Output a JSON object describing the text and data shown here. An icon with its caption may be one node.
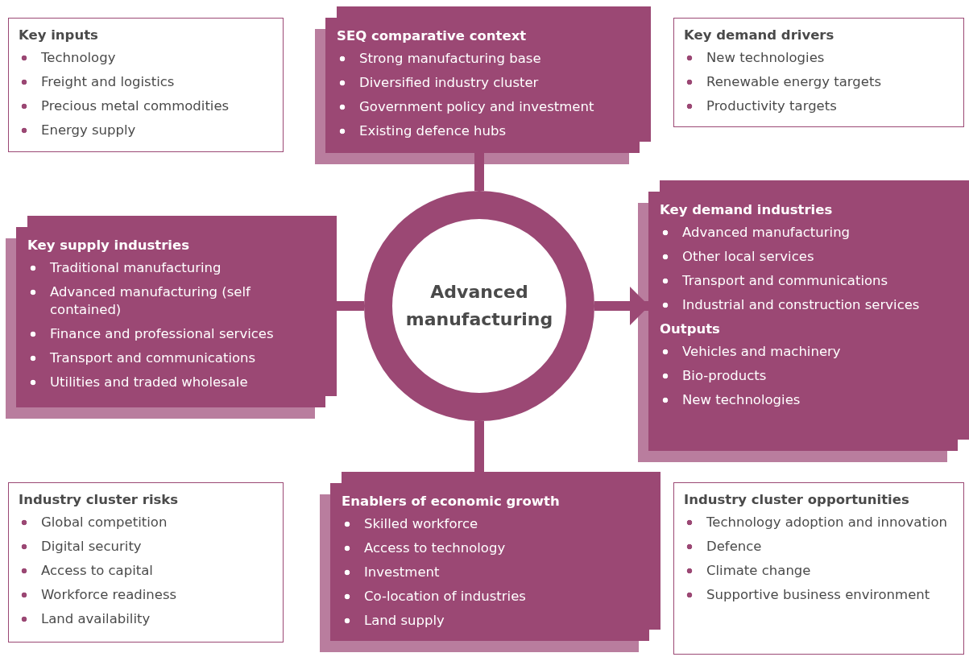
{
  "diagram": {
    "nodes": [
      {
        "text": [
          "Key inputs",
          "Technology",
          "Freight and logistics",
          "Precious metal commodities",
          "Energy supply"
        ]
      },
      {
        "text": [
          "SEQ comparative context",
          "Strong manufacturing base",
          "Diversified industry cluster",
          "Government policy and investment",
          "Existing defence hubs"
        ]
      },
      {
        "text": [
          "Key demand drivers",
          "New technologies",
          "Renewable energy targets",
          "Productivity targets"
        ]
      },
      {
        "text": [
          "Key supply industries",
          "Traditional manufacturing",
          "Advanced manufacturing (self contained)",
          "Finance and professional services",
          "Transport and communications",
          "Utilities and traded wholesale"
        ]
      },
      {
        "text": [
          "Advanced manufacturing"
        ]
      },
      {
        "text": [
          "Key demand industries",
          "Advanced manufacturing",
          "Other local services",
          "Transport and communications",
          "Industrial and construction services",
          "Outputs",
          "Vehicles and machinery",
          "Bio-products",
          "New technologies"
        ]
      },
      {
        "text": [
          "Industry cluster risks",
          "Global competition",
          "Digital security",
          "Access to capital",
          "Workforce readiness",
          "Land availability"
        ]
      },
      {
        "text": [
          "Enablers of economic growth",
          "Skilled workforce",
          "Access to technology",
          "Investment",
          "Co-location of industries",
          "Land supply"
        ]
      },
      {
        "text": [
          "Industry cluster opportunities",
          "Technology adoption and innovation",
          "Defence",
          "Climate change",
          "Supportive business environment"
        ]
      }
    ],
    "edges": [
      {
        "from": 1,
        "to": 4,
        "arrow": "none"
      },
      {
        "from": 3,
        "to": 4,
        "arrow": "none"
      },
      {
        "from": 4,
        "to": 5,
        "arrow": "to"
      },
      {
        "from": 7,
        "to": 4,
        "arrow": "none"
      }
    ]
  }
}
